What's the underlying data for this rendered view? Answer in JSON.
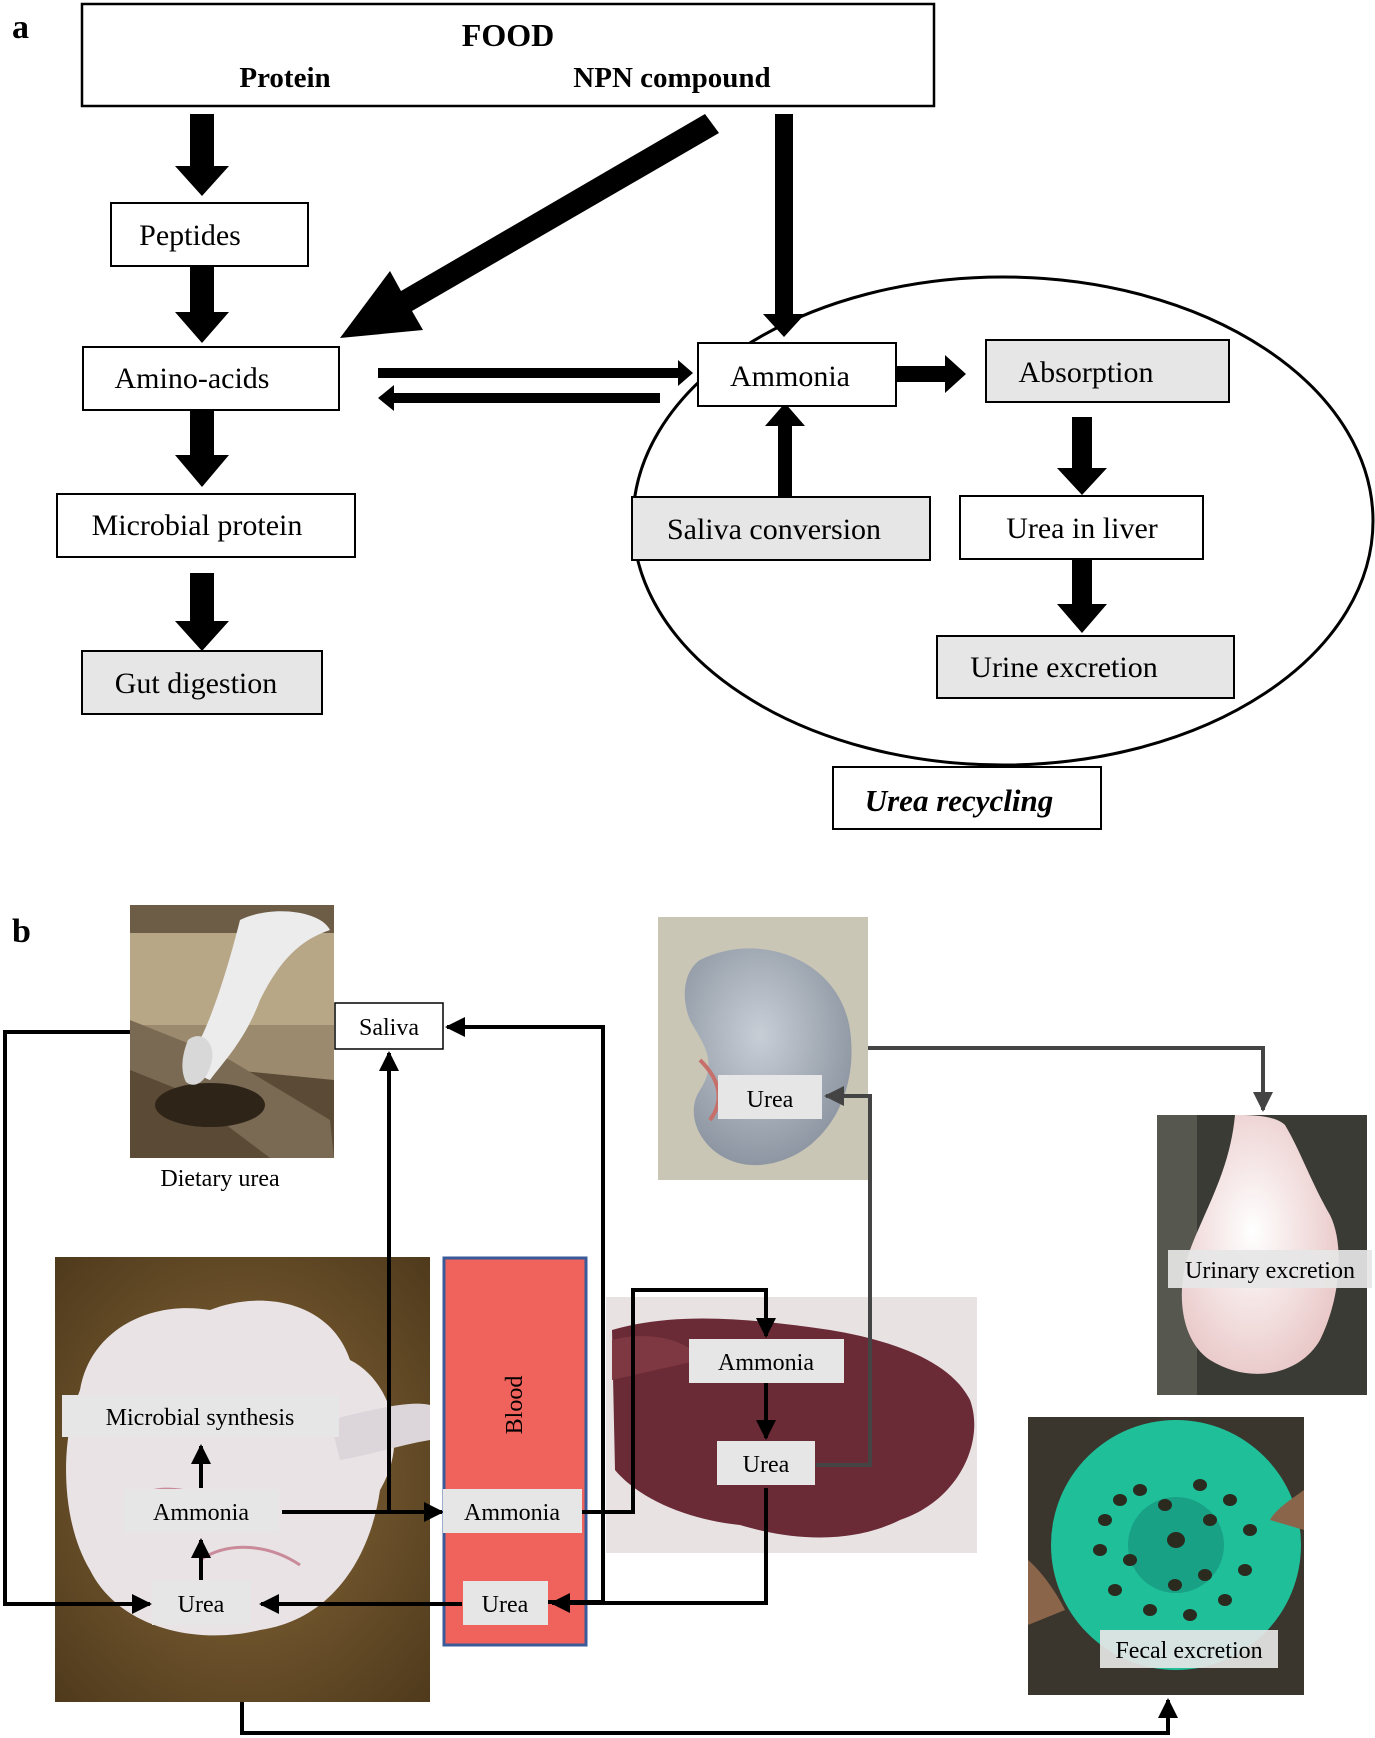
{
  "panel_a": {
    "label": "a",
    "food": {
      "title": "FOOD",
      "protein": "Protein",
      "npn": "NPN compound"
    },
    "peptides": "Peptides",
    "amino_acids": "Amino-acids",
    "microbial_protein": "Microbial protein",
    "gut_digestion": "Gut digestion",
    "ammonia": "Ammonia",
    "absorption": "Absorption",
    "saliva_conversion": "Saliva conversion",
    "urea_in_liver": "Urea in liver",
    "urine_excretion": "Urine excretion",
    "urea_recycling": "Urea recycling"
  },
  "panel_b": {
    "label": "b",
    "saliva": "Saliva",
    "dietary_urea": "Dietary urea",
    "kidney_urea": "Urea",
    "urinary_excretion": "Urinary excretion",
    "microbial_synthesis": "Microbial synthesis",
    "rumen_ammonia": "Ammonia",
    "rumen_urea": "Urea",
    "blood": "Blood",
    "blood_ammonia": "Ammonia",
    "blood_urea": "Urea",
    "liver_ammonia": "Ammonia",
    "liver_urea": "Urea",
    "fecal_excretion": "Fecal excretion"
  },
  "colors": {
    "gray_box": "#e6e6e6",
    "blood_fill": "#f0635c",
    "blood_border": "#3a5a9a",
    "arrow": "#000000",
    "kidney_line": "#444444"
  }
}
